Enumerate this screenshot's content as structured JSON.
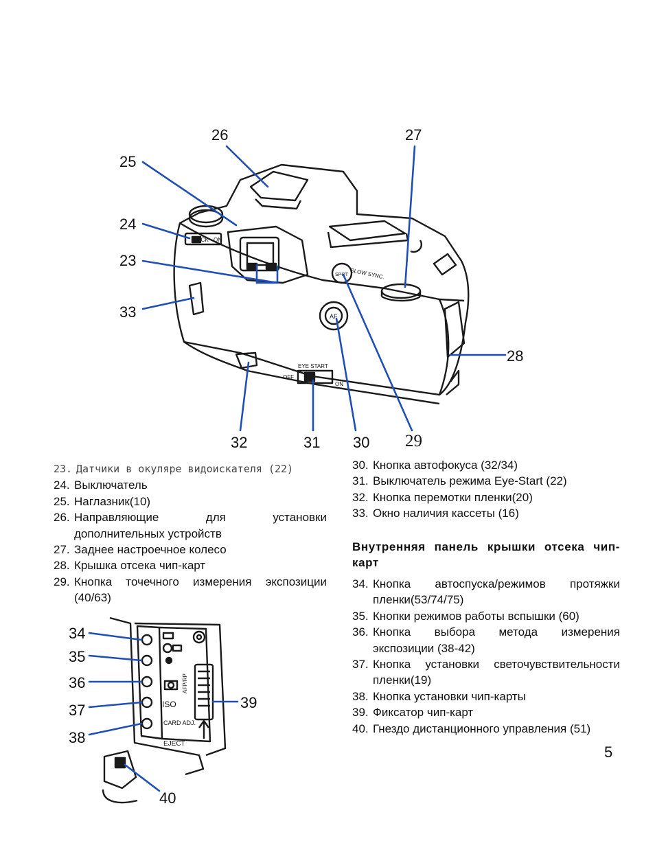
{
  "top_callouts": [
    "26",
    "27",
    "25",
    "24",
    "23",
    "33",
    "28",
    "32",
    "31",
    "30",
    "29"
  ],
  "camera_labels": {
    "eye_start": "EYE START",
    "off": "OFF",
    "on": "ON",
    "slow_sync": "SLOW SYNC.",
    "spot": "SPOT",
    "af": "AF",
    "lock_on": "LOCK • ON"
  },
  "left_list": [
    {
      "num": "23.",
      "text": "Датчики в окуляре видоискателя (22)"
    },
    {
      "num": "24.",
      "text": "Выключатель"
    },
    {
      "num": "25.",
      "text": "Наглазник(10)"
    },
    {
      "num": "26.",
      "text": "Направляющие для установки дополнительных устройств"
    },
    {
      "num": "27.",
      "text": "Заднее настроечное колесо"
    },
    {
      "num": "28.",
      "text": "Крышка отсека чип-карт"
    },
    {
      "num": "29.",
      "text": "Кнопка точечного измерения экспозиции (40/63)"
    }
  ],
  "right_list_top": [
    {
      "num": "30.",
      "text": "Кнопка автофокуса (32/34)"
    },
    {
      "num": "31.",
      "text": "Выключатель режима Eye-Start (22)"
    },
    {
      "num": "32.",
      "text": "Кнопка перемотки пленки(20)"
    },
    {
      "num": "33.",
      "text": "Окно наличия кассеты (16)"
    }
  ],
  "section_heading": "Внутренняя панель крышки отсека чип-карт",
  "right_list_bottom": [
    {
      "num": "34.",
      "text": "Кнопка автоспуска/режимов протяжки пленки(53/74/75)"
    },
    {
      "num": "35.",
      "text": "Кнопки режимов работы вспышки (60)"
    },
    {
      "num": "36.",
      "text": "Кнопка выбора метода измерения экспозиции (38-42)"
    },
    {
      "num": "37.",
      "text": "Кнопка установки светочувствительности пленки(19)"
    },
    {
      "num": "38.",
      "text": "Кнопка установки чип-карты"
    },
    {
      "num": "39.",
      "text": "Фиксатор чип-карт"
    },
    {
      "num": "40.",
      "text": "Гнездо дистанционного управления (51)"
    }
  ],
  "bottom_callouts": [
    "34",
    "35",
    "36",
    "37",
    "38",
    "39",
    "40"
  ],
  "panel_labels": {
    "iso": "ISO",
    "card_adj": "CARD ADJ.",
    "eject": "EJECT",
    "afp": "AFP/RP"
  },
  "page_number": "5",
  "colors": {
    "callout_line": "#1f4fb5",
    "ink": "#111111"
  }
}
